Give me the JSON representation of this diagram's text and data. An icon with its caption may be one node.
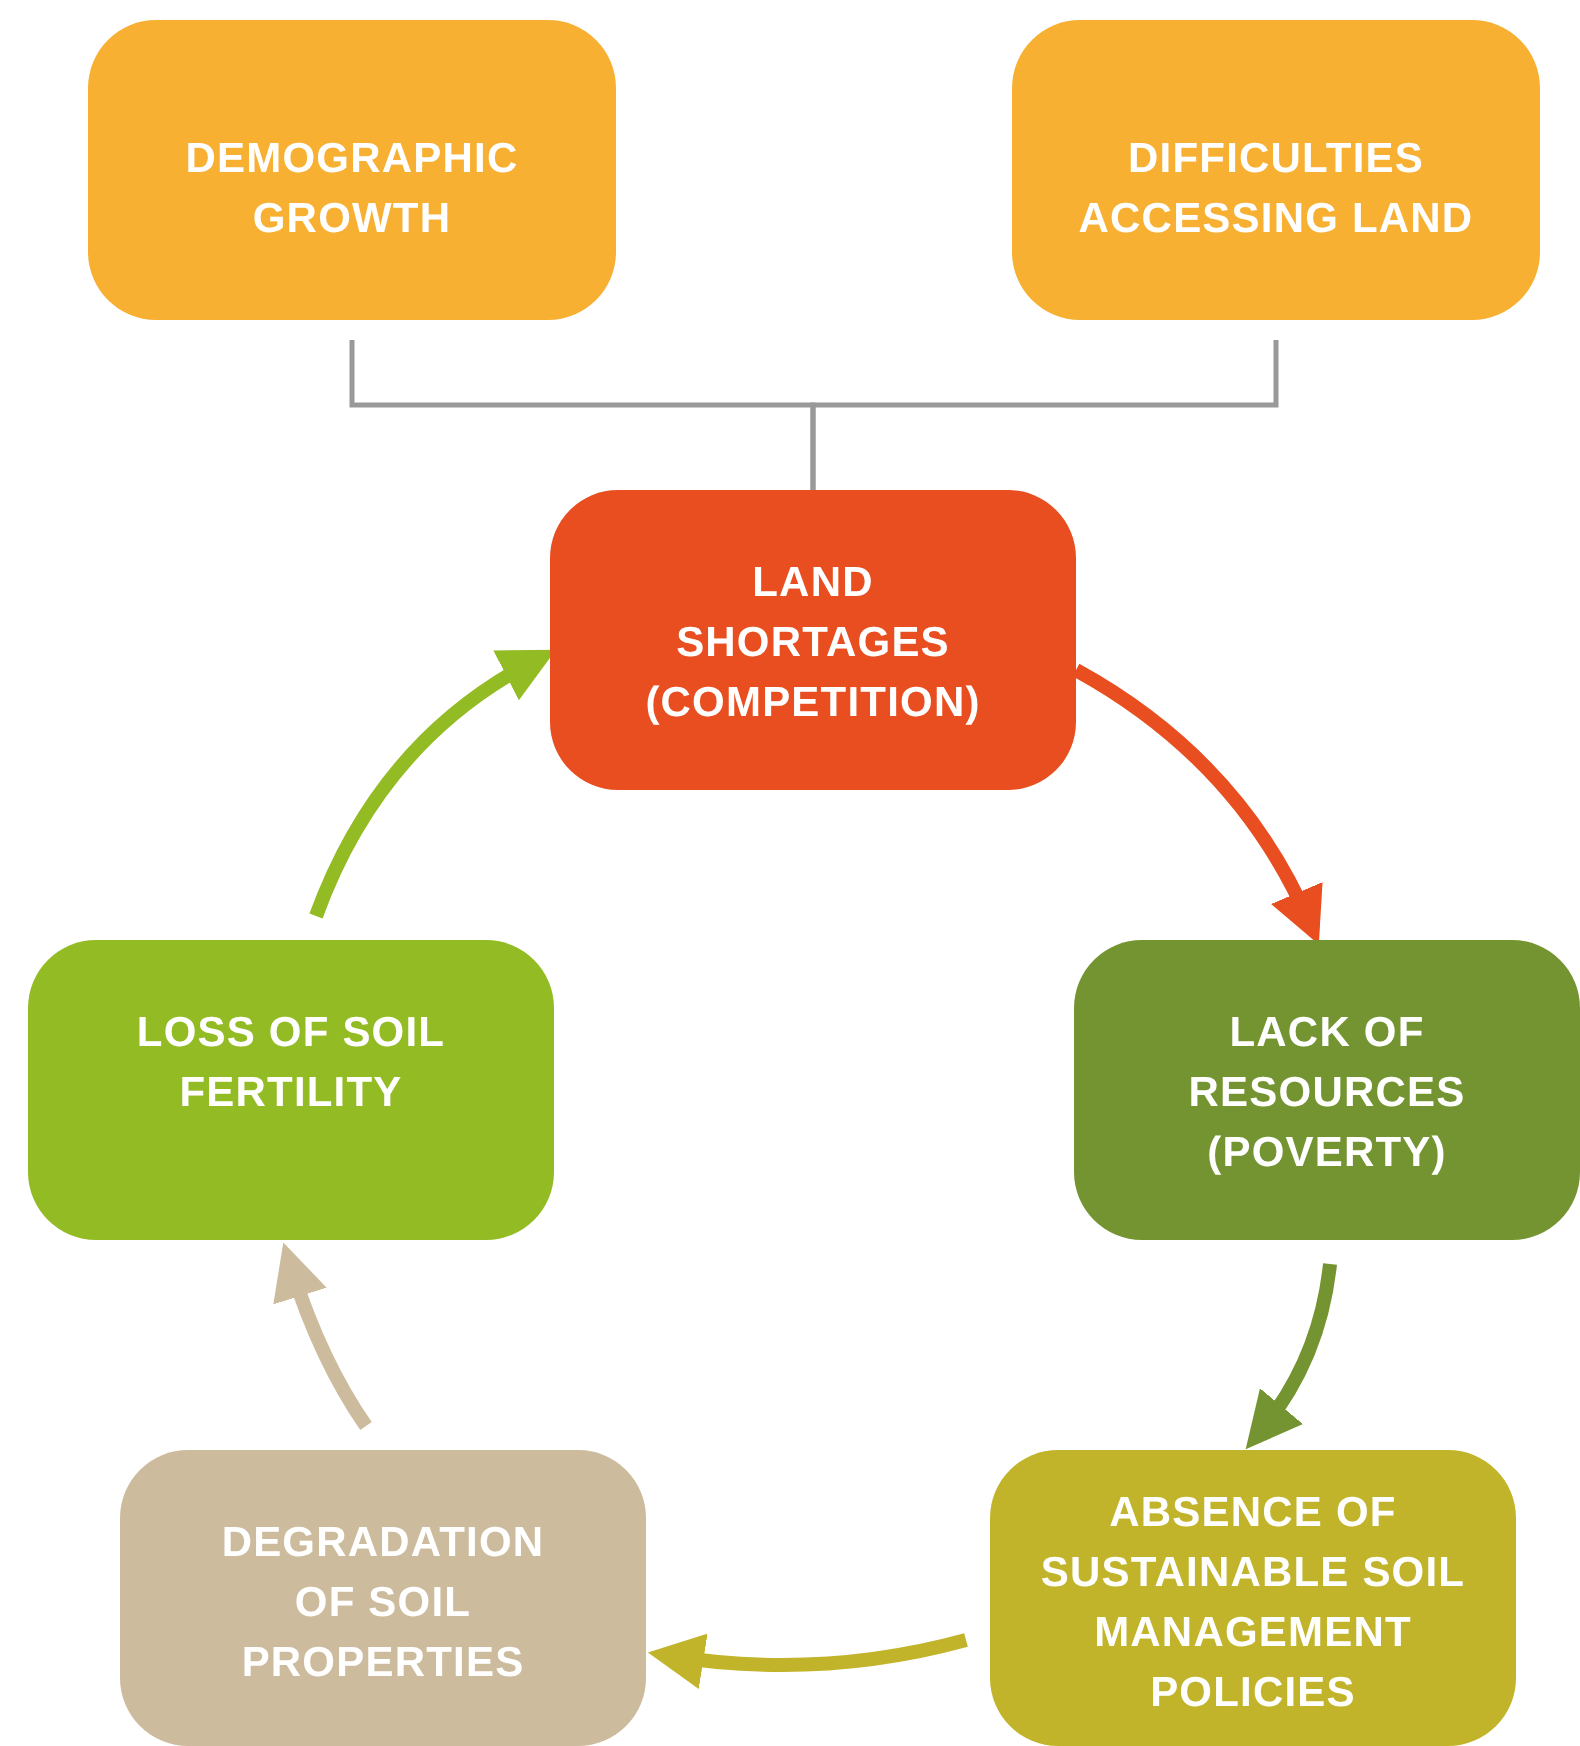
{
  "diagram": {
    "nodes": [
      {
        "text": [
          "DEMOGRAPHIC GROWTH"
        ]
      },
      {
        "text": [
          "DIFFICULTIES ACCESSING LAND"
        ]
      },
      {
        "text": [
          "LAND SHORTAGES (COMPETITION)"
        ]
      },
      {
        "text": [
          "LACK OF RESOURCES (POVERTY)"
        ]
      },
      {
        "text": [
          "ABSENCE OF SUSTAINABLE SOIL MANAGEMENT POLICIES"
        ]
      },
      {
        "text": [
          "DEGRADATION OF SOIL PROPERTIES"
        ]
      },
      {
        "text": [
          "LOSS OF SOIL FERTILITY"
        ]
      }
    ],
    "edges": [
      {
        "from": 0,
        "to": 2,
        "arrow": "none",
        "color": "#999999"
      },
      {
        "from": 1,
        "to": 2,
        "arrow": "none",
        "color": "#999999"
      },
      {
        "from": 2,
        "to": 3,
        "arrow": "to",
        "color": "#e84e1f"
      },
      {
        "from": 3,
        "to": 4,
        "arrow": "to",
        "color": "#739431"
      },
      {
        "from": 4,
        "to": 5,
        "arrow": "to",
        "color": "#c2b42a"
      },
      {
        "from": 5,
        "to": 6,
        "arrow": "to",
        "color": "#cdbb9d"
      },
      {
        "from": 6,
        "to": 2,
        "arrow": "to",
        "color": "#93bb23"
      }
    ]
  }
}
